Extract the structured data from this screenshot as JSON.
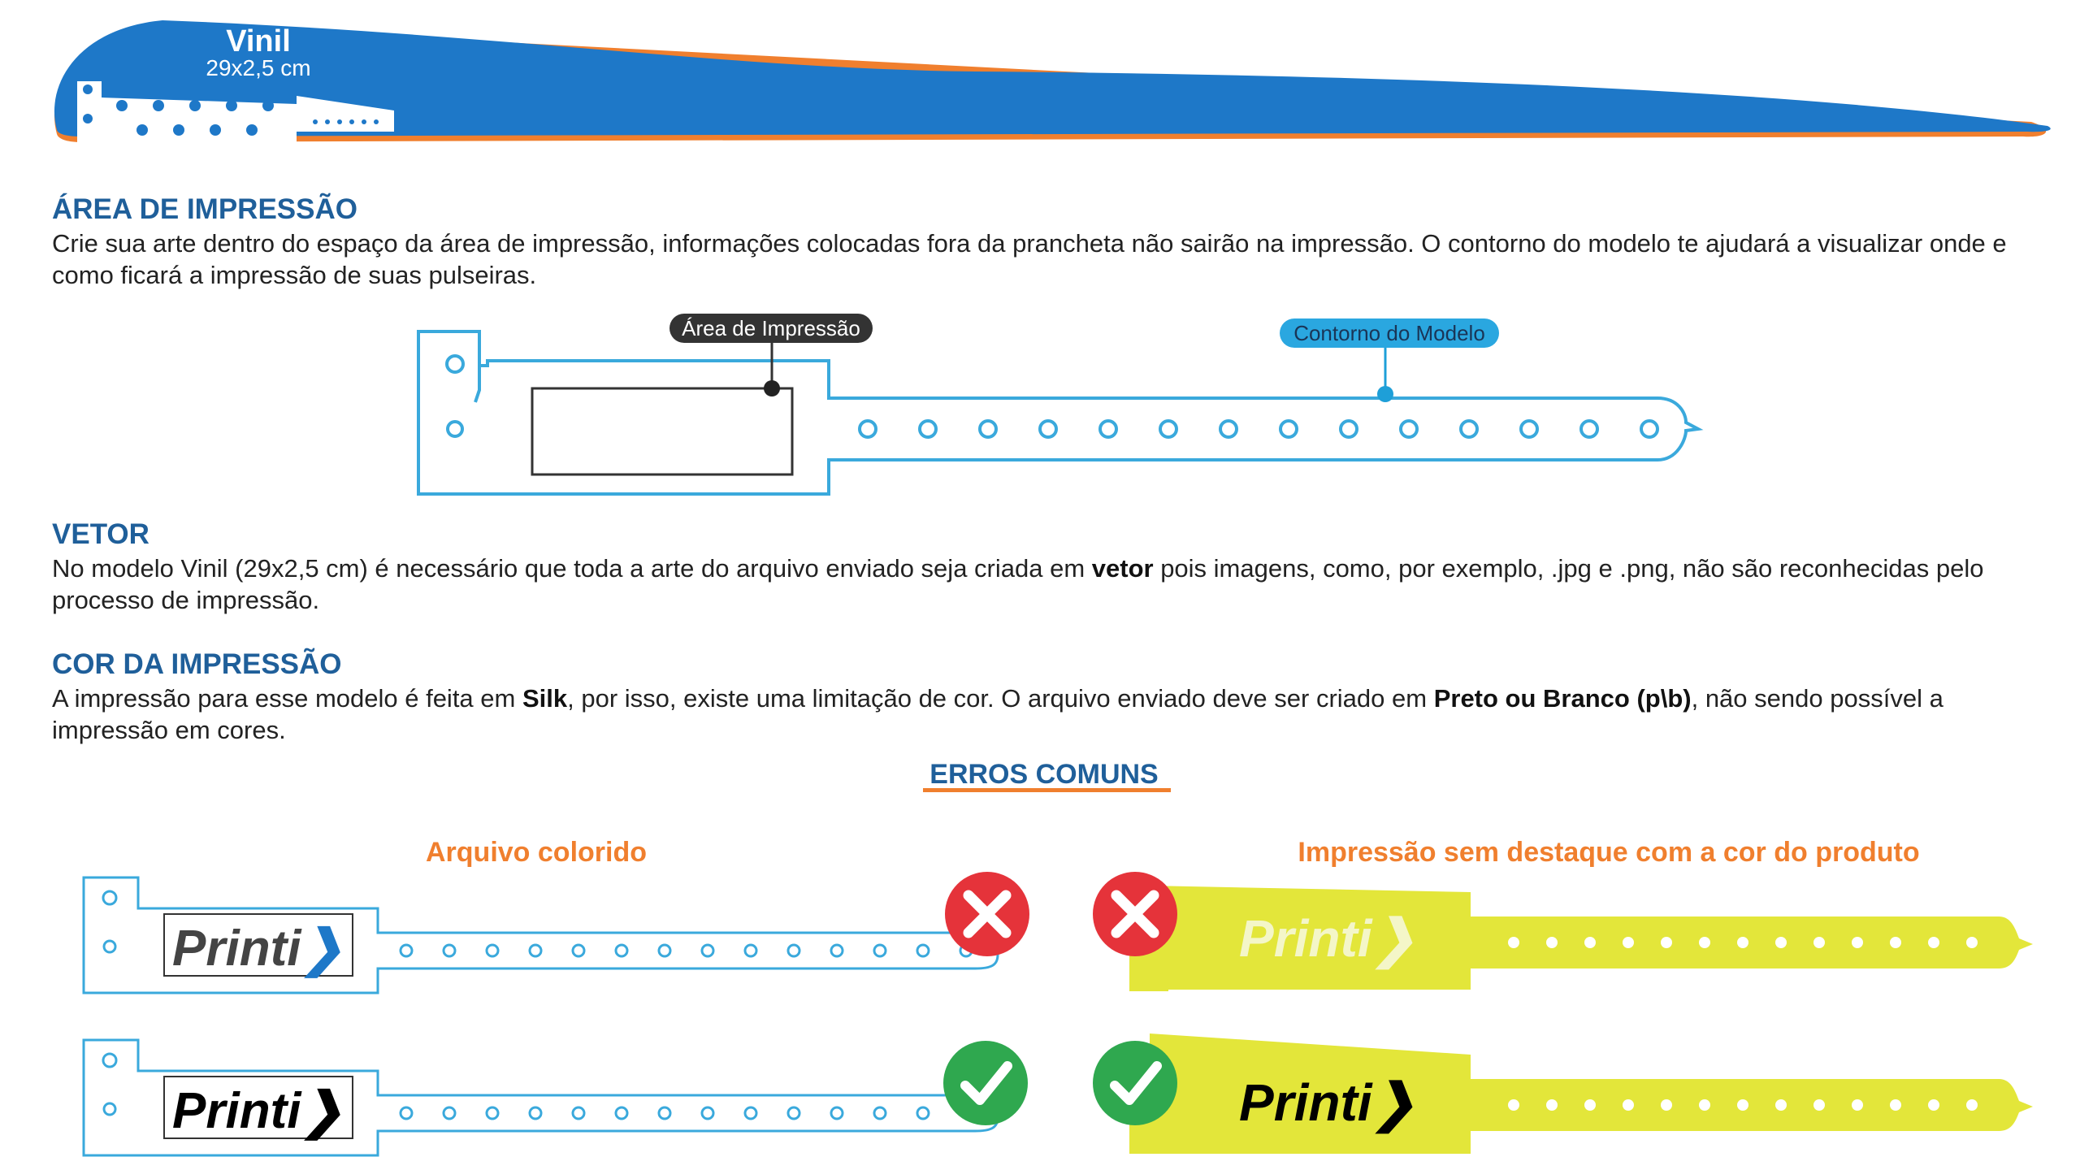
{
  "header": {
    "title": "Vinil",
    "subtitle": "29x2,5 cm"
  },
  "area_impressao": {
    "heading": "ÁREA DE IMPRESSÃO",
    "text": "Crie sua arte dentro do espaço da área de impressão, informações colocadas fora da prancheta não sairão na impressão. O contorno do modelo te ajudará a visualizar onde e como ficará a impressão de suas pulseiras.",
    "label_area": "Área de Impressão",
    "label_contorno": "Contorno do Modelo"
  },
  "vetor": {
    "heading": "VETOR",
    "text_before": "No modelo Vinil (29x2,5 cm) é necessário que toda a arte do arquivo enviado seja criada em ",
    "text_bold": "vetor",
    "text_after": " pois imagens, como, por exemplo, .jpg e .png, não são reconhecidas pelo processo de impressão."
  },
  "cor": {
    "heading": "COR DA IMPRESSÃO",
    "text_1": "A impressão para esse modelo é feita em ",
    "bold_1": "Silk",
    "text_2": ", por isso, existe uma limitação de cor. O arquivo enviado deve ser criado em ",
    "bold_2": "Preto ou Branco (p\\b)",
    "text_3": ", não sendo possível a impressão em cores."
  },
  "erros": {
    "heading": "ERROS COMUNS",
    "left_title": "Arquivo colorido",
    "right_title": "Impressão sem destaque com a cor do produto",
    "logo_text": "Printi"
  },
  "colors": {
    "brand_blue": "#1e78c8",
    "accent_orange": "#f07f2e",
    "outline_cyan": "#3aa9dc",
    "error_red": "#e5333a",
    "ok_green": "#2fa84f",
    "band_yellow": "#e3e63a"
  }
}
